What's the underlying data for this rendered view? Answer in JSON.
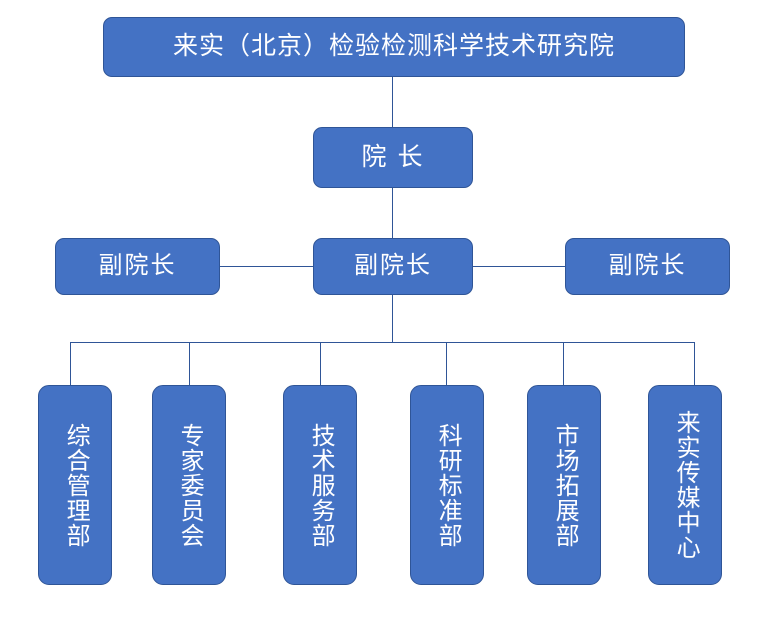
{
  "chart": {
    "type": "org-chart",
    "title": "来实（北京）检验检测科学技术研究院",
    "colors": {
      "node_fill": "#4472C4",
      "node_border": "#2F5597",
      "node_text": "#FFFFFF",
      "connector": "#2F5597",
      "background": "#FFFFFF"
    },
    "levels": {
      "root": {
        "label": "来实（北京）检验检测科学技术研究院"
      },
      "director": {
        "label": "院 长"
      },
      "deputies": [
        {
          "label": "副院长",
          "position": "left"
        },
        {
          "label": "副院长",
          "position": "center"
        },
        {
          "label": "副院长",
          "position": "right"
        }
      ],
      "departments": [
        {
          "label": "综合管理部"
        },
        {
          "label": "专家委员会"
        },
        {
          "label": "技术服务部"
        },
        {
          "label": "科研标准部"
        },
        {
          "label": "市场拓展部"
        },
        {
          "label": "来实传媒中心"
        }
      ]
    }
  }
}
